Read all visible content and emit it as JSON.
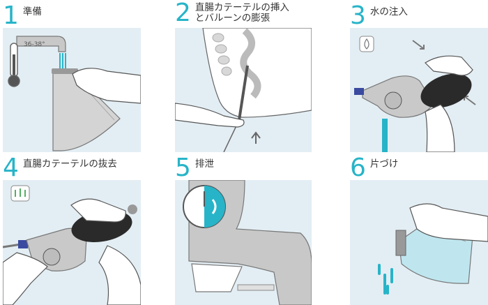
{
  "steps": [
    {
      "number": "1",
      "title": "準備",
      "temperature": "36-38°"
    },
    {
      "number": "2",
      "title_line1": "直腸カテーテルの挿入",
      "title_line2": "とバルーンの膨張"
    },
    {
      "number": "3",
      "title": "水の注入"
    },
    {
      "number": "4",
      "title": "直腸カテーテルの抜去"
    },
    {
      "number": "5",
      "title": "排泄"
    },
    {
      "number": "6",
      "title": "片づけ"
    }
  ],
  "colors": {
    "accent": "#27b4c8",
    "panel": "#e3eef4",
    "bulb": "#2a2a2a",
    "bag": "#d4d4d4"
  }
}
